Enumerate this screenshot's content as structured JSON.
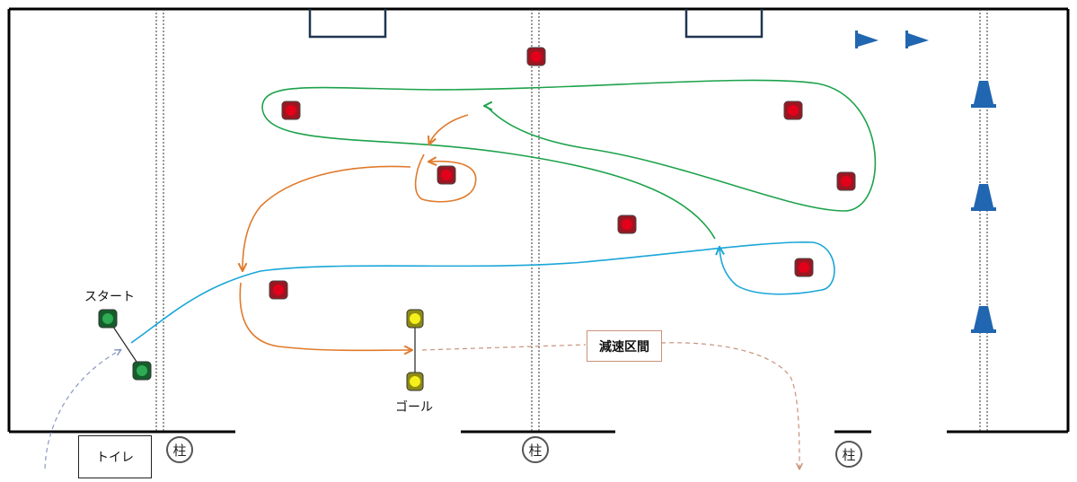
{
  "labels": {
    "start": "スタート",
    "goal": "ゴール",
    "decel_zone": "減速区間",
    "toilet": "トイレ",
    "pillar": "柱"
  },
  "colors": {
    "court_line": "#000000",
    "marker_red": "#e3001b",
    "marker_green": "#1d8a3f",
    "marker_yellow": "#f5ef1b",
    "cone_blue": "#2166b0",
    "path_green": "#1ca24a",
    "path_orange": "#e07a2c",
    "path_blue": "#1aa6d8",
    "decel_line": "#c8927a",
    "entry_line": "#8a98c4",
    "goal_frame": "#1f3552"
  },
  "icons": {
    "red_marker": "square-marker-red",
    "start_marker": "square-marker-green",
    "goal_marker": "square-marker-yellow",
    "cone": "traffic-cone",
    "flag": "pennant-flag"
  }
}
